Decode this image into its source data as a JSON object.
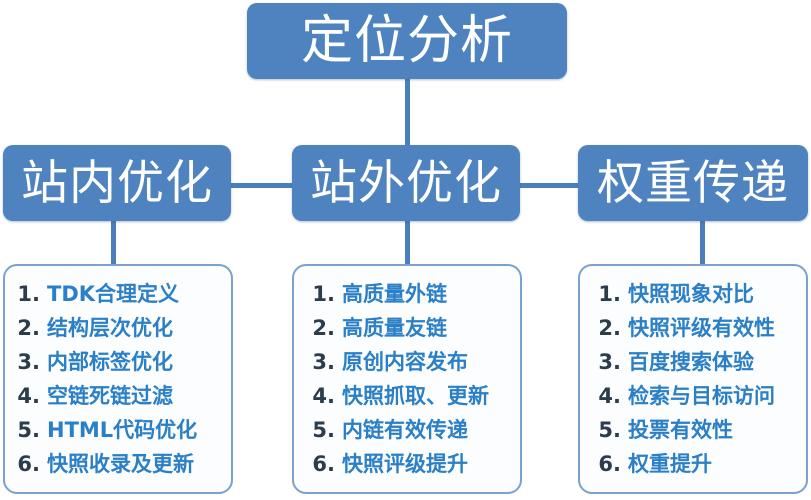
{
  "colors": {
    "node_fill": "#4e83c0",
    "node_text": "#ffffff",
    "connector": "#4a7fbe",
    "panel_border": "#7ba2cc",
    "panel_fill": "#fbfdff",
    "item_number": "#2c3c4d",
    "item_text": "#2a7fc6"
  },
  "root": {
    "label": "定位分析"
  },
  "branches": [
    {
      "id": "onsite",
      "label": "站内优化",
      "items": [
        {
          "num": "1.",
          "text": "TDK合理定义"
        },
        {
          "num": "2.",
          "text": "结构层次优化"
        },
        {
          "num": "3.",
          "text": "内部标签优化"
        },
        {
          "num": "4.",
          "text": "空链死链过滤"
        },
        {
          "num": "5.",
          "text": "HTML代码优化"
        },
        {
          "num": "6.",
          "text": "快照收录及更新"
        }
      ]
    },
    {
      "id": "offsite",
      "label": "站外优化",
      "items": [
        {
          "num": "1.",
          "text": "高质量外链"
        },
        {
          "num": "2.",
          "text": "高质量友链"
        },
        {
          "num": "3.",
          "text": "原创内容发布"
        },
        {
          "num": "4.",
          "text": "快照抓取、更新"
        },
        {
          "num": "5.",
          "text": "内链有效传递"
        },
        {
          "num": "6.",
          "text": "快照评级提升"
        }
      ]
    },
    {
      "id": "weight",
      "label": "权重传递",
      "items": [
        {
          "num": "1.",
          "text": "快照现象对比"
        },
        {
          "num": "2.",
          "text": "快照评级有效性"
        },
        {
          "num": "3.",
          "text": "百度搜索体验"
        },
        {
          "num": "4.",
          "text": "检索与目标访问"
        },
        {
          "num": "5.",
          "text": "投票有效性"
        },
        {
          "num": "6.",
          "text": "权重提升"
        }
      ]
    }
  ]
}
